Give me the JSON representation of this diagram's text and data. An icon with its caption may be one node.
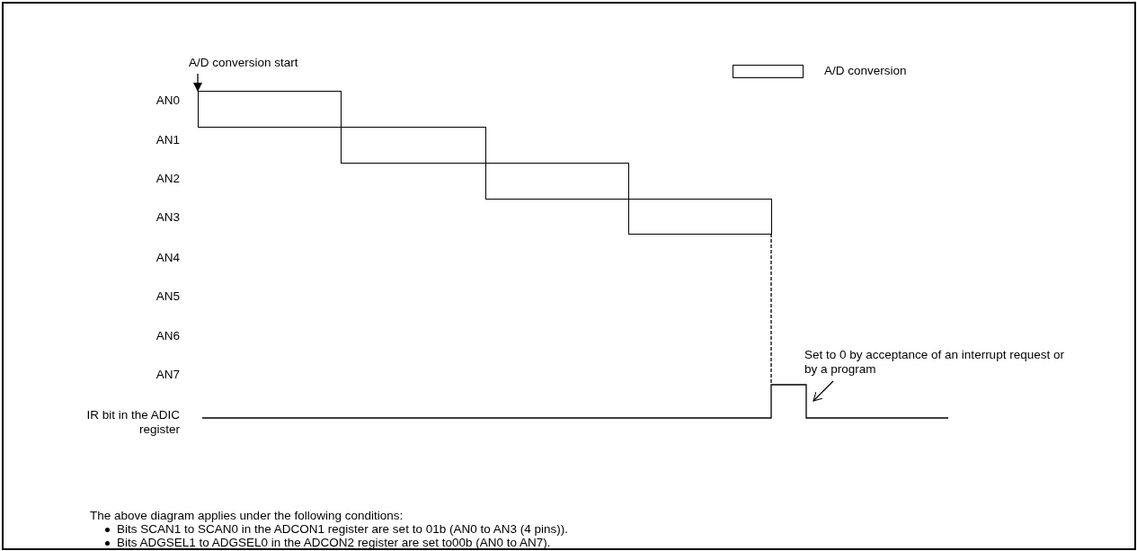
{
  "diagram": {
    "nodes": [
      {
        "text": [
          "A/D conversion start"
        ]
      },
      {
        "text": [
          "Set to 0 by acceptance of an interrupt request or by a program"
        ]
      },
      {
        "text": [],
        "shape": "box"
      },
      {
        "text": [],
        "shape": "box"
      },
      {
        "text": [],
        "shape": "box"
      },
      {
        "text": [],
        "shape": "box"
      }
    ],
    "edges": [
      {
        "from": 0,
        "to": 2,
        "arrow": "to"
      },
      {
        "from": 1,
        "to": null,
        "arrow": "to"
      }
    ],
    "labels": [
      "AN0",
      "AN1",
      "AN2",
      "AN3",
      "AN4",
      "AN5",
      "AN6",
      "AN7",
      "IR bit in the ADIC register",
      "The above diagram applies under the following conditions:",
      "Bits SCAN1 to SCAN0 in the ADCON1 register are set to 01b (AN0 to AN3 (4 pins)).",
      "Bits ADGSEL1 to ADGSEL0 in the ADCON2 register are set to00b (AN0 to AN7)."
    ],
    "legend": [
      {
        "text": "A/D conversion"
      }
    ]
  }
}
